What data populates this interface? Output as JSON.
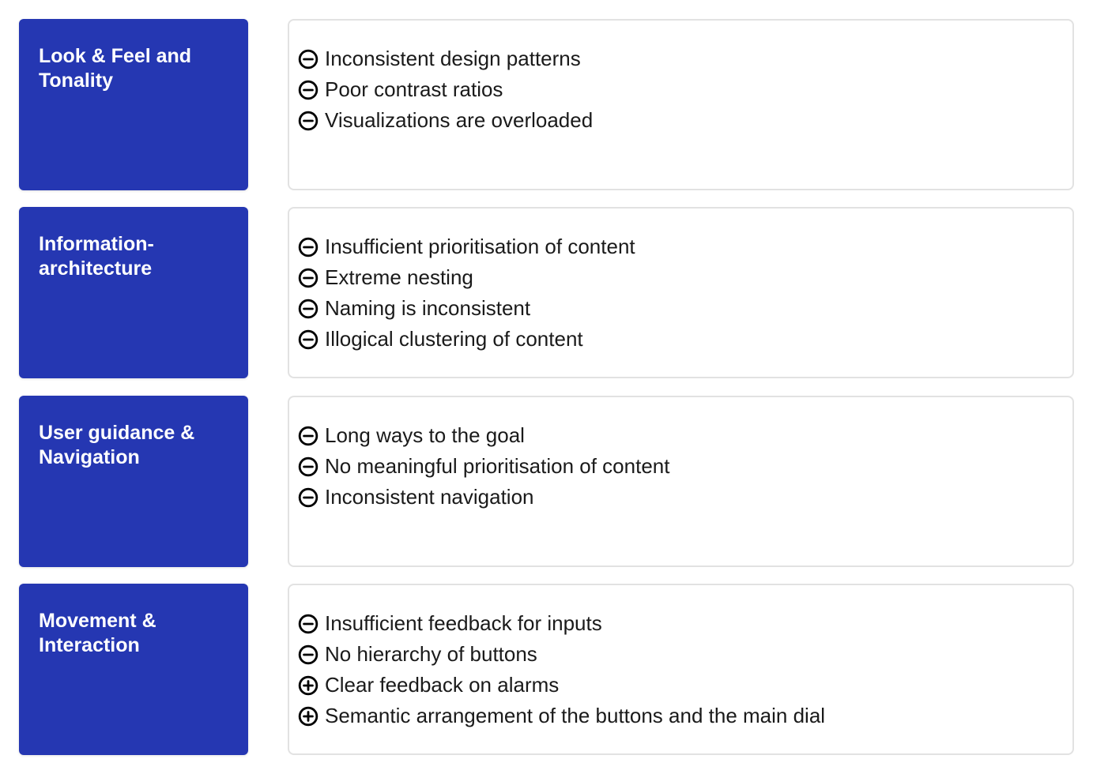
{
  "sections": [
    {
      "title": "Look & Feel and Tonality",
      "items": [
        {
          "icon": "minus-circle-icon",
          "text": "Inconsistent design patterns"
        },
        {
          "icon": "minus-circle-icon",
          "text": "Poor contrast ratios"
        },
        {
          "icon": "minus-circle-icon",
          "text": "Visualizations are overloaded"
        }
      ]
    },
    {
      "title": "Information-architecture",
      "items": [
        {
          "icon": "minus-circle-icon",
          "text": "Insufficient prioritisation of content"
        },
        {
          "icon": "minus-circle-icon",
          "text": "Extreme nesting"
        },
        {
          "icon": "minus-circle-icon",
          "text": "Naming is inconsistent"
        },
        {
          "icon": "minus-circle-icon",
          "text": "Illogical clustering of content"
        }
      ]
    },
    {
      "title": "User guidance & Navigation",
      "items": [
        {
          "icon": "minus-circle-icon",
          "text": "Long ways to the goal"
        },
        {
          "icon": "minus-circle-icon",
          "text": "No meaningful prioritisation of content"
        },
        {
          "icon": "minus-circle-icon",
          "text": "Inconsistent navigation"
        }
      ]
    },
    {
      "title": "Movement & Interaction",
      "items": [
        {
          "icon": "minus-circle-icon",
          "text": "Insufficient feedback for inputs"
        },
        {
          "icon": "minus-circle-icon",
          "text": "No hierarchy of buttons"
        },
        {
          "icon": "plus-circle-icon",
          "text": "Clear feedback on alarms"
        },
        {
          "icon": "plus-circle-icon",
          "text": "Semantic arrangement of the buttons and the main dial"
        }
      ]
    }
  ],
  "colors": {
    "category_background": "#2537b2",
    "category_text": "#ffffff",
    "panel_border": "#e2e2e2",
    "item_text": "#1a1a1a"
  }
}
